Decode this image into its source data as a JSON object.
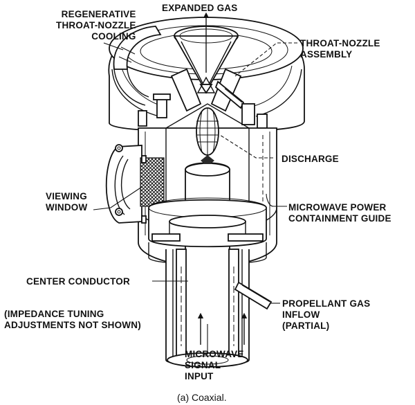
{
  "labels": {
    "expanded_gas": "EXPANDED GAS",
    "regenerative_cooling": "REGENERATIVE\nTHROAT-NOZZLE\nCOOLING",
    "throat_nozzle_assembly": "THROAT-NOZZLE\nASSEMBLY",
    "discharge": "DISCHARGE",
    "viewing_window": "VIEWING\nWINDOW",
    "microwave_power_guide": "MICROWAVE POWER\nCONTAINMENT GUIDE",
    "center_conductor": "CENTER CONDUCTOR",
    "impedance_tuning": "(IMPEDANCE TUNING\nADJUSTMENTS NOT SHOWN)",
    "propellant_gas": "PROPELLANT GAS\nINFLOW\n(PARTIAL)",
    "microwave_signal": "MICROWAVE\nSIGNAL\nINPUT"
  },
  "caption": "(a) Coaxial.",
  "icons": {
    "gas-flow-arrow": "arrow-up",
    "signal-input-arrows": "arrow-up"
  }
}
